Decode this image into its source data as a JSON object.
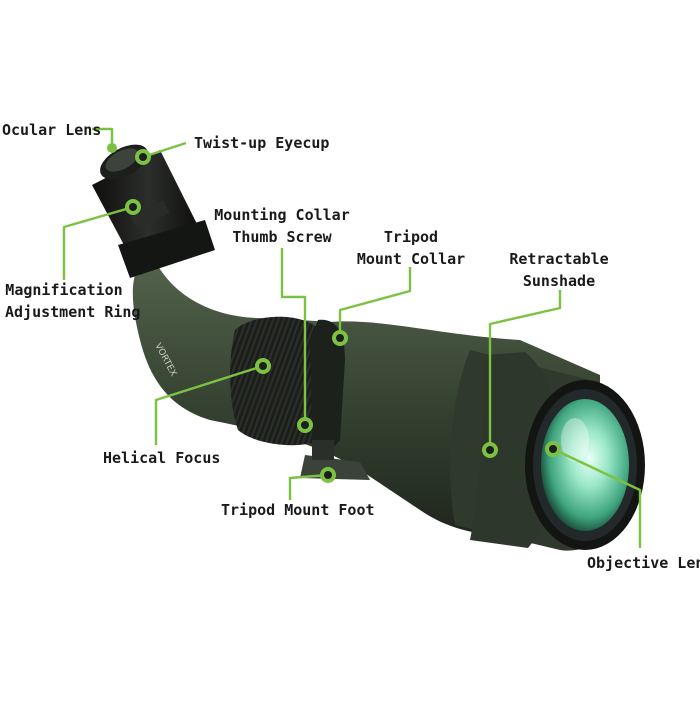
{
  "brand": "VORTEX",
  "colors": {
    "accent": "#7cc242",
    "body": "#3a4a36",
    "body_dark": "#1e241d",
    "lens": "#8fe0bf",
    "label": "#1a1a1a"
  },
  "labels": {
    "ocular_lens": "Ocular Lens",
    "twist_up_eyecup": "Twist-up Eyecup",
    "magnification_line1": "Magnification",
    "magnification_line2": "Adjustment Ring",
    "mounting_collar_line1": "Mounting Collar",
    "mounting_collar_line2": "Thumb Screw",
    "tripod_collar_line1": "Tripod",
    "tripod_collar_line2": "Mount Collar",
    "retractable_line1": "Retractable",
    "retractable_line2": "Sunshade",
    "helical_focus": "Helical Focus",
    "tripod_mount_foot": "Tripod Mount Foot",
    "objective_lens": "Objective Lens"
  }
}
